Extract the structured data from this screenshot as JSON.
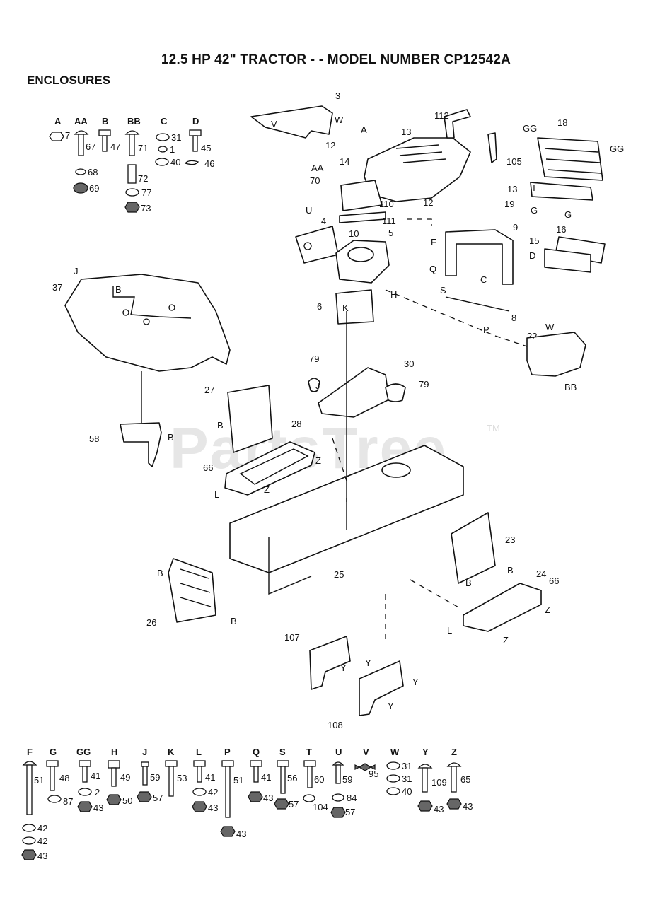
{
  "title": "12.5 HP 42\" TRACTOR - - MODEL NUMBER CP12542A",
  "section": "ENCLOSURES",
  "watermark": "PartsTree",
  "watermark_tm": "TM",
  "diagram_part_numbers": [
    "3",
    "112",
    "18",
    "12",
    "13",
    "14",
    "105",
    "70",
    "110",
    "12",
    "13",
    "19",
    "4",
    "10",
    "111",
    "5",
    "9",
    "16",
    "15",
    "37",
    "6",
    "8",
    "22",
    "79",
    "30",
    "79",
    "27",
    "28",
    "58",
    "66",
    "23",
    "24",
    "66",
    "25",
    "26",
    "107",
    "108"
  ],
  "hardware_top": [
    {
      "letter": "A",
      "parts": [
        "7"
      ]
    },
    {
      "letter": "AA",
      "parts": [
        "67",
        "68",
        "69"
      ]
    },
    {
      "letter": "B",
      "parts": [
        "47"
      ]
    },
    {
      "letter": "BB",
      "parts": [
        "71",
        "72",
        "77",
        "73"
      ]
    },
    {
      "letter": "C",
      "parts": [
        "31",
        "1",
        "40"
      ]
    },
    {
      "letter": "D",
      "parts": [
        "45",
        "46"
      ]
    }
  ],
  "hardware_bottom": [
    {
      "letter": "F",
      "parts": [
        "51",
        "42",
        "42",
        "43"
      ]
    },
    {
      "letter": "G",
      "parts": [
        "48",
        "87"
      ]
    },
    {
      "letter": "GG",
      "parts": [
        "41",
        "2",
        "43"
      ]
    },
    {
      "letter": "H",
      "parts": [
        "49",
        "50"
      ]
    },
    {
      "letter": "J",
      "parts": [
        "59",
        "57"
      ]
    },
    {
      "letter": "K",
      "parts": [
        "53"
      ]
    },
    {
      "letter": "L",
      "parts": [
        "41",
        "42",
        "43"
      ]
    },
    {
      "letter": "P",
      "parts": [
        "51",
        "43"
      ]
    },
    {
      "letter": "Q",
      "parts": [
        "41",
        "43"
      ]
    },
    {
      "letter": "S",
      "parts": [
        "56",
        "57"
      ]
    },
    {
      "letter": "T",
      "parts": [
        "60",
        "104"
      ]
    },
    {
      "letter": "U",
      "parts": [
        "59",
        "84",
        "57"
      ]
    },
    {
      "letter": "V",
      "parts": [
        "95"
      ]
    },
    {
      "letter": "W",
      "parts": [
        "31",
        "31",
        "40"
      ]
    },
    {
      "letter": "Y",
      "parts": [
        "109",
        "43"
      ]
    },
    {
      "letter": "Z",
      "parts": [
        "65",
        "43"
      ]
    }
  ],
  "callout_letters": [
    "A",
    "AA",
    "B",
    "BB",
    "C",
    "D",
    "F",
    "G",
    "GG",
    "H",
    "J",
    "K",
    "L",
    "P",
    "Q",
    "S",
    "T",
    "U",
    "V",
    "W",
    "Y",
    "Z"
  ]
}
